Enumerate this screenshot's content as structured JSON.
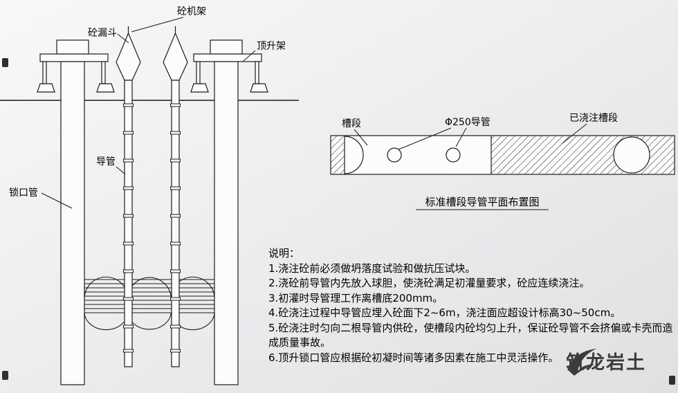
{
  "elevation": {
    "labels": {
      "machine_frame": "砼机架",
      "hopper": "砼漏斗",
      "jacking_frame": "顶升架",
      "lock_pipe": "锁口管",
      "tremie_pipe": "导管"
    }
  },
  "plan": {
    "labels": {
      "slot_segment": "槽段",
      "conduit": "Φ250导管",
      "poured_segment": "已浇注槽段"
    },
    "caption": "标准槽段导管平面布置图"
  },
  "notes": {
    "title": "说明：",
    "items": [
      "1.浇注砼前必须做坍落度试验和做抗压试块。",
      "2.浇砼前导管内先放入球胆，使浇砼满足初灌量要求，砼应连续浇注。",
      "3.初灌时导管理工作离槽底200mm。",
      "4.砼浇注过程中导管应埋入砼面下2~6m，浇注面应超设计标高30~50cm。",
      "5.砼浇注时匀向二根导管内供砼，使槽段内砼均匀上升，保证砼导管不会挤偏或卡壳而造成质量事故。",
      "6.顶升锁口管应根据砼初凝时间等诸多因素在施工中灵活操作。"
    ]
  },
  "watermark": {
    "text": "筑龙岩土"
  }
}
